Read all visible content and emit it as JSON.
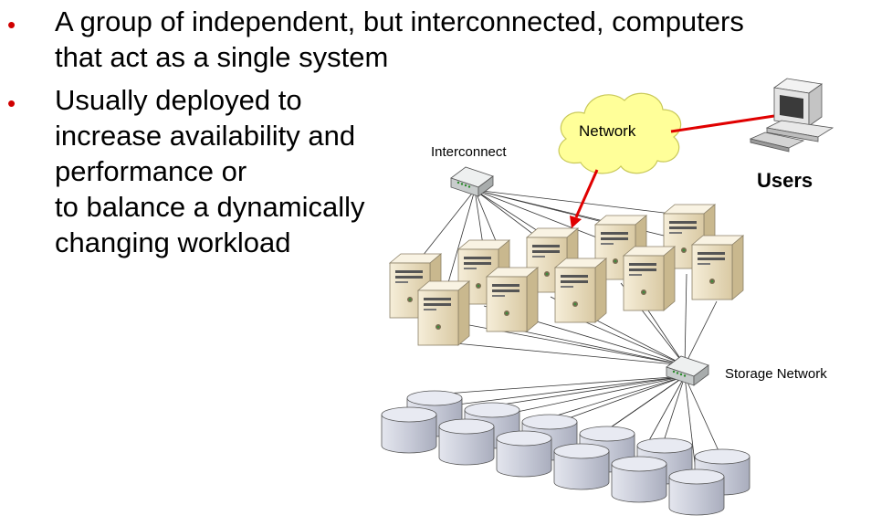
{
  "bullets": [
    {
      "lines": [
        "A group of independent, but interconnected, computers",
        "that act as a single system"
      ]
    },
    {
      "lines": [
        "Usually deployed to",
        "increase availability and",
        "performance or",
        "to balance a dynamically",
        "changing workload"
      ]
    }
  ],
  "diagram": {
    "network_label": "Network",
    "users_label": "Users",
    "interconnect_label": "Interconnect",
    "storage_network_label": "Storage Network"
  },
  "colors": {
    "bullet": "#d00000",
    "network_link": "#e00000",
    "cloud": "#ffff99",
    "server": "#ede0c4",
    "disk": "#c9ccd8"
  }
}
